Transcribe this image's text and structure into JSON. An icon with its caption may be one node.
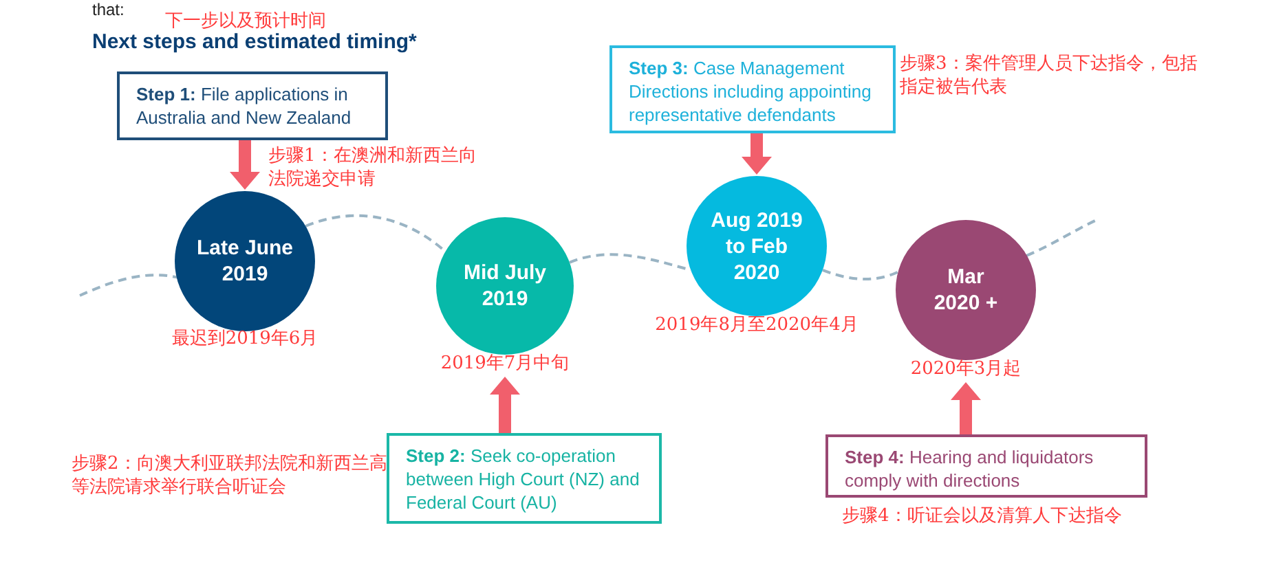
{
  "diagram": {
    "title": "Next steps and estimated timing*",
    "nodes": [
      {
        "text": [
          "**Step 1:** File applications in Australia and New Zealand"
        ],
        "beside": [
          "步骤1：在澳洲和新西兰向法院递交申请"
        ]
      },
      {
        "text": [
          "**Step 3:** Case Management Directions including appointing representative defendants"
        ],
        "beside": [
          "步骤3：案件管理人员下达指令，包括指定被告代表"
        ]
      },
      {
        "text": [
          "Late June 2019"
        ],
        "beside": [
          "最迟到2019年6月"
        ]
      },
      {
        "text": [
          "Mid July 2019"
        ],
        "beside": [
          "2019年7月中旬"
        ]
      },
      {
        "text": [
          "Aug 2019 to Feb 2020"
        ],
        "beside": [
          "2019年8月至2020年4月"
        ]
      },
      {
        "text": [
          "Mar 2020 +"
        ],
        "beside": [
          "2020年3月起"
        ]
      },
      {
        "text": [
          "**Step 2:** Seek co-operation between High Court (NZ) and Federal Court (AU)"
        ],
        "beside": [
          "步骤2：向澳大利亚联邦法院和新西兰高等法院请求举行联合听证会"
        ]
      },
      {
        "text": [
          "**Step 4:** Hearing and liquidators comply with directions"
        ],
        "beside": [
          "步骤4：听证会以及清算人下达指令"
        ]
      }
    ],
    "edges": [
      {
        "from": 0,
        "to": 2,
        "arrow": "to"
      },
      {
        "from": 1,
        "to": 4,
        "arrow": "to"
      },
      {
        "from": 6,
        "to": 3,
        "arrow": "to"
      },
      {
        "from": 7,
        "to": 5,
        "arrow": "to"
      },
      {
        "from": 2,
        "to": 3,
        "arrow": "none",
        "style": "dashed",
        "color": "#9ab4c4"
      },
      {
        "from": 3,
        "to": 4,
        "arrow": "none",
        "style": "dashed",
        "color": "#9ab4c4"
      },
      {
        "from": 4,
        "to": 5,
        "arrow": "none",
        "style": "dashed",
        "color": "#9ab4c4"
      }
    ],
    "labels": [
      "that:",
      "下一步以及预计时间"
    ]
  }
}
